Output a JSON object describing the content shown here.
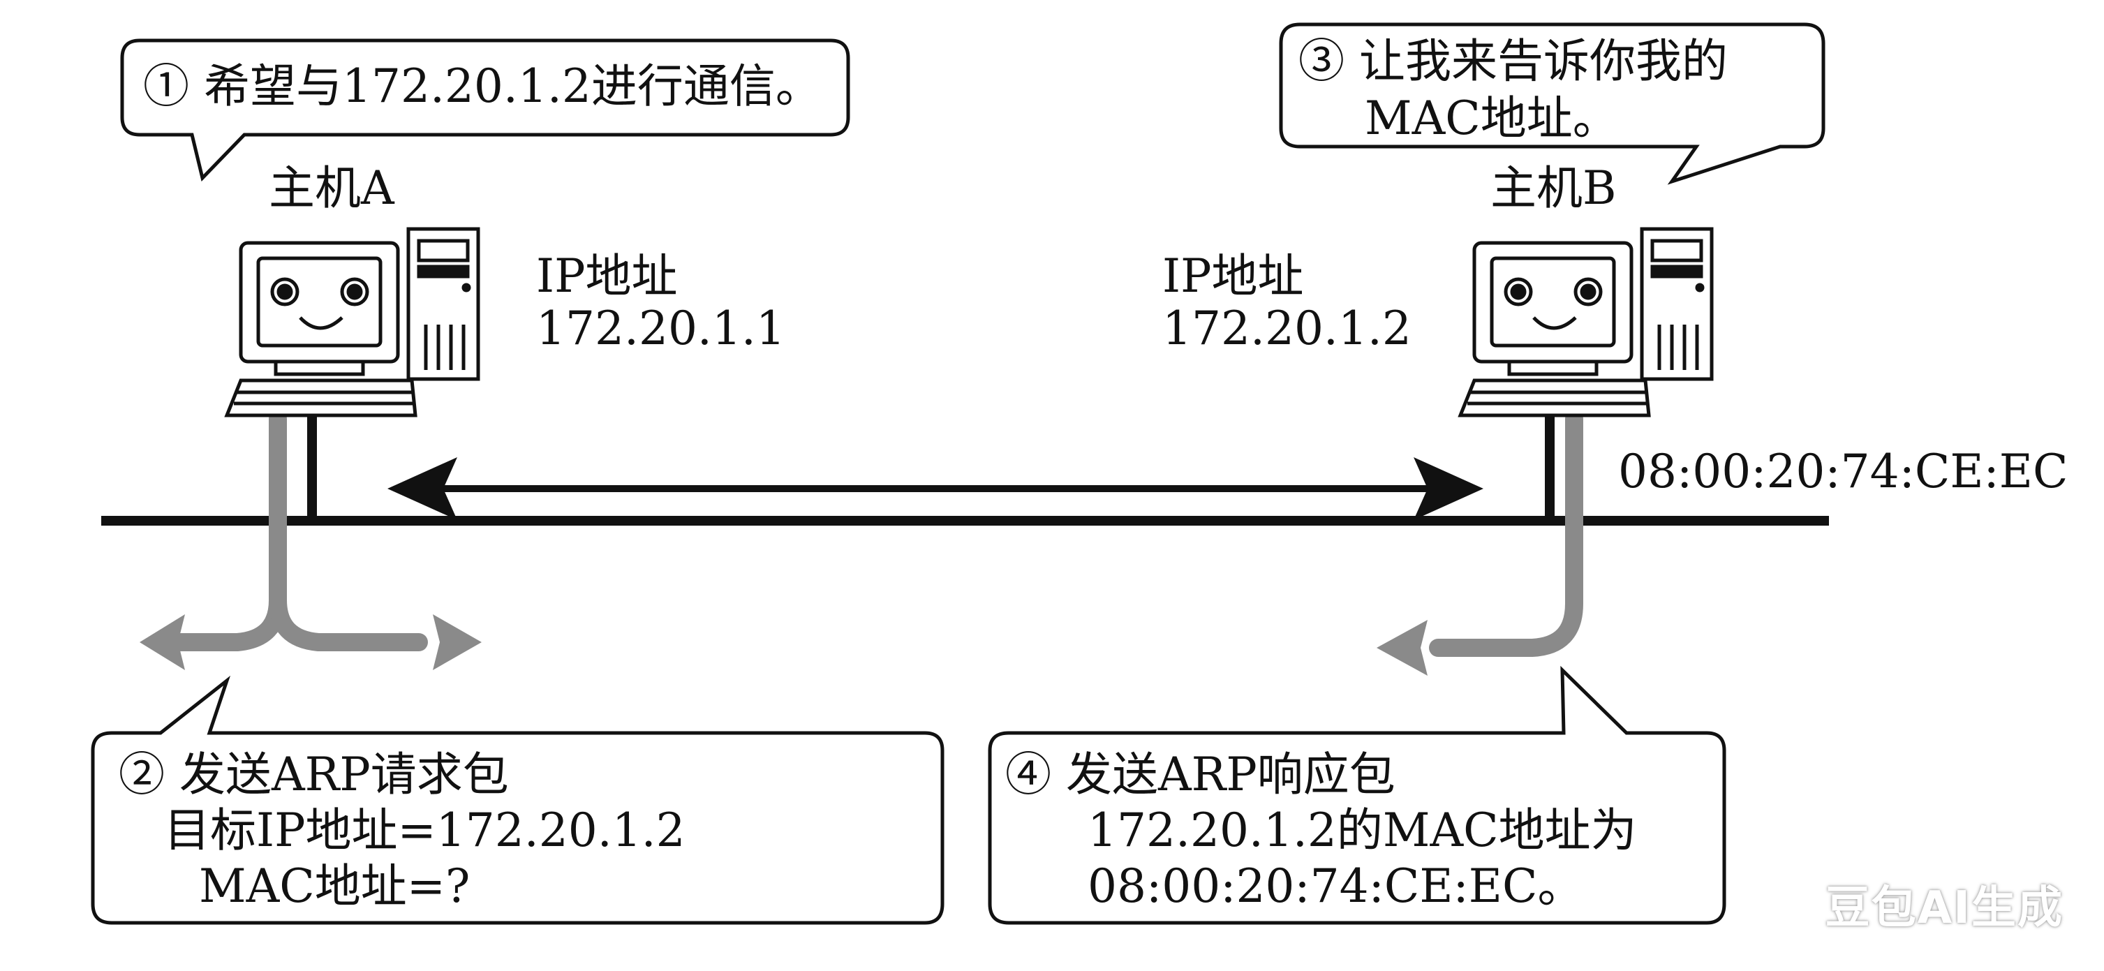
{
  "bubble1": {
    "text": "① 希望与172.20.1.2进行通信。"
  },
  "bubble3": {
    "line1": "③ 让我来告诉你我的",
    "line2": "MAC地址。"
  },
  "hostA": {
    "name": "主机A",
    "ip_label": "IP地址",
    "ip": "172.20.1.1"
  },
  "hostB": {
    "name": "主机B",
    "ip_label": "IP地址",
    "ip": "172.20.1.2",
    "mac": "08:00:20:74:CE:EC"
  },
  "bubble2": {
    "line1": "② 发送ARP请求包",
    "line2": "目标IP地址=172.20.1.2",
    "line3": "MAC地址=?"
  },
  "bubble4": {
    "line1": "④ 发送ARP响应包",
    "line2": "172.20.1.2的MAC地址为",
    "line3": "08:00:20:74:CE:EC。"
  },
  "watermark": "豆包AI生成",
  "colors": {
    "line": "#111111",
    "flow_arrow": "#8a8a8a",
    "background": "#ffffff"
  }
}
